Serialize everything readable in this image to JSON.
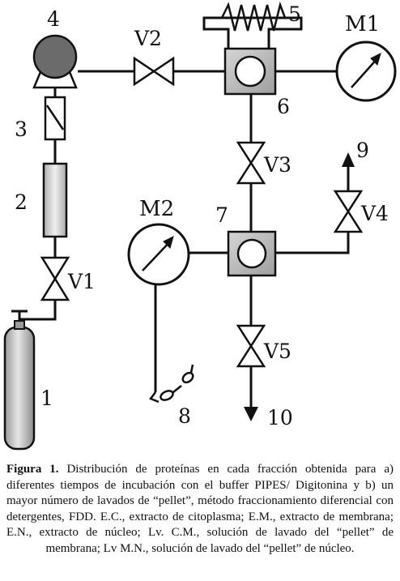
{
  "labels": {
    "n1": "1",
    "n2": "2",
    "n3": "3",
    "n4": "4",
    "n5": "5",
    "n6": "6",
    "n7": "7",
    "n8": "8",
    "n9": "9",
    "n10": "10",
    "v1": "V1",
    "v2": "V2",
    "v3": "V3",
    "v4": "V4",
    "v5": "V5",
    "m1": "M1",
    "m2": "M2"
  },
  "caption": {
    "figure_label": "Figura 1.",
    "text": " Distribución de proteínas en cada fracción obtenida para a) diferentes tiempos de incubación con el buffer PIPES/ Digitonina y b) un mayor número de lavados de “pellet”, método fraccionamiento diferencial con detergentes, FDD. E.C., extracto de citoplasma; E.M., extracto de membrana; E.N., extracto de núcleo; Lv. C.M., solución de lavado del “pellet” de membrana; Lv M.N., solución de lavado del “pellet” de núcleo."
  },
  "colors": {
    "ink": "#111111",
    "pump": "#6b6b6b",
    "chamber": "#bdbdbd",
    "cylinder": "#c4c4c4"
  }
}
